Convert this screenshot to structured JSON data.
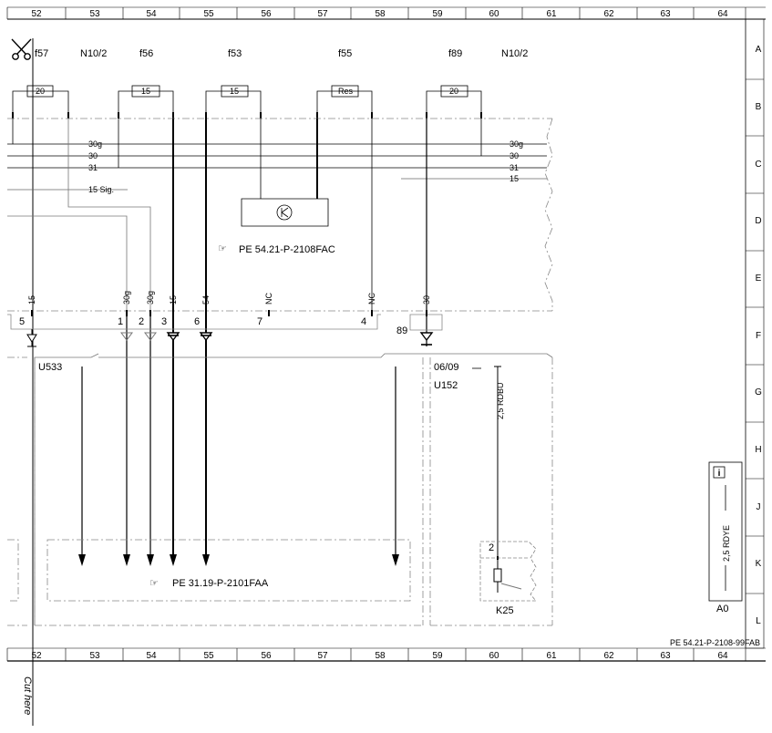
{
  "frame": {
    "columns": [
      "52",
      "53",
      "54",
      "55",
      "56",
      "57",
      "58",
      "59",
      "60",
      "61",
      "62",
      "63",
      "64"
    ],
    "rows": [
      "A",
      "B",
      "C",
      "D",
      "E",
      "F",
      "G",
      "H",
      "J",
      "K",
      "L"
    ]
  },
  "fuses": [
    {
      "label": "f57",
      "rating": "20"
    },
    {
      "label": "N10/2",
      "rating": ""
    },
    {
      "label": "f56",
      "rating": "15"
    },
    {
      "label": "f53",
      "rating": "15"
    },
    {
      "label": "f55",
      "rating": "Res"
    },
    {
      "label": "f89",
      "rating": "20"
    },
    {
      "label": "N10/2",
      "rating": ""
    }
  ],
  "bus_labels": [
    "30g",
    "30",
    "31",
    "15 Sig.",
    "30g",
    "30",
    "31",
    "15"
  ],
  "reference_module": "PE 54.21-P-2108FAC",
  "reference_main": "PE 31.19-P-2101FAA",
  "document_id": "PE 54.21-P-2108-99FAB",
  "connector": {
    "signals": [
      "15",
      "30g",
      "30g",
      "15",
      "54",
      "NC",
      "NC",
      "30"
    ],
    "pins": [
      "5",
      "1",
      "2",
      "3",
      "6",
      "7",
      "4",
      "89"
    ]
  },
  "modules": {
    "left": "U533",
    "right": "U152",
    "date": "06/09",
    "relay": "K25",
    "relay_pin": "2",
    "box": "A0"
  },
  "wires": {
    "rdbu": "2,5 RDBU",
    "rdye": "2,5 RDYE"
  },
  "info_icon": "i",
  "cut_note": "Cut here"
}
